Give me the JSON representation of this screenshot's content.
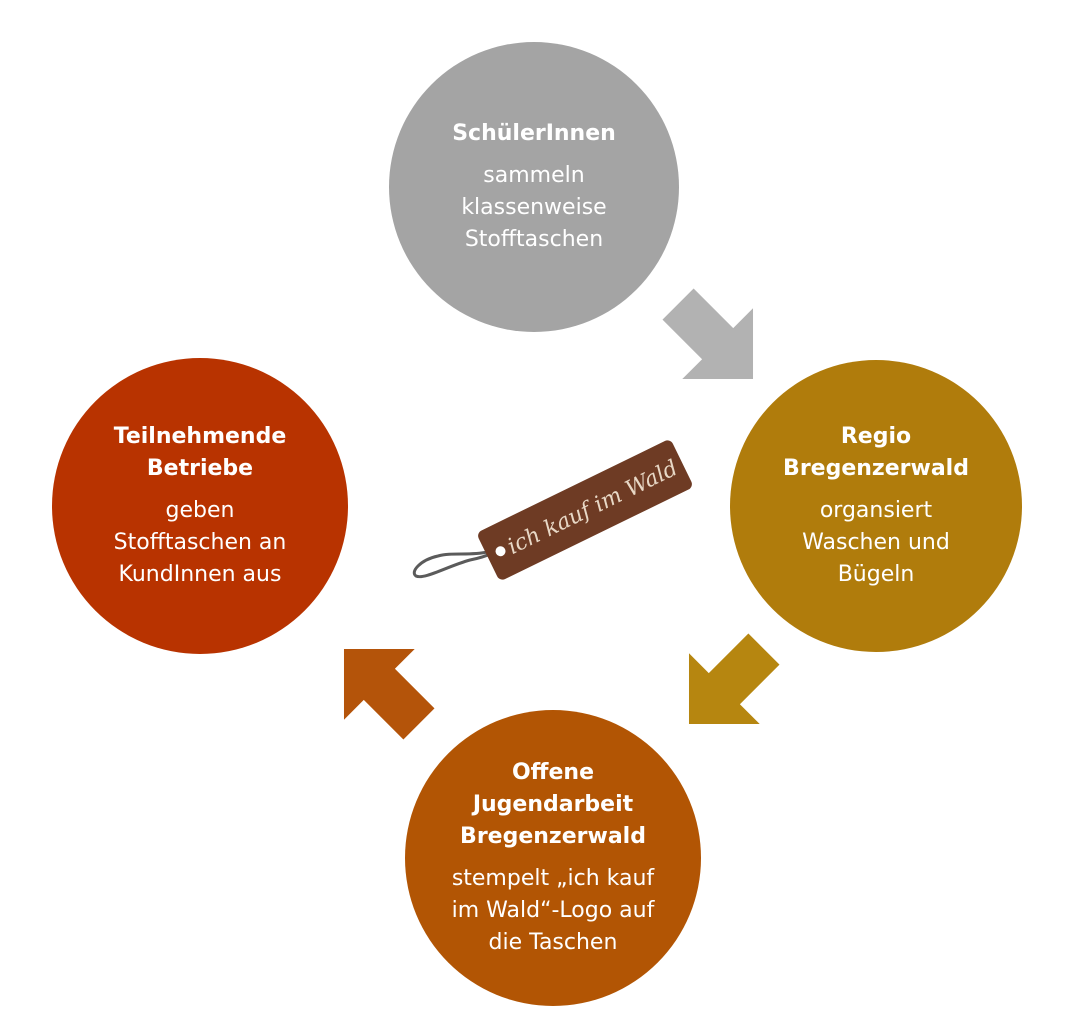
{
  "nodes": [
    {
      "title": "SchülerInnen",
      "text": "sammeln\nklassenweise\nStofftaschen",
      "color": "#a4a4a4"
    },
    {
      "title": "Regio\nBregenzerwald",
      "text": "organsiert\nWaschen und\nBügeln",
      "color": "#b07c0c"
    },
    {
      "title": "Offene\nJugendarbeit\nBregenzerwald",
      "text": "stempelt „ich kauf\nim Wald“-Logo auf\ndie Taschen",
      "color": "#b25504"
    },
    {
      "title": "Teilnehmende\nBetriebe",
      "text": "geben\nStofftaschen an\nKundInnen aus",
      "color": "#b83300"
    }
  ],
  "tag": {
    "label": "ich kauf im Wald",
    "color": "#6e3b24"
  },
  "arrow_colors": {
    "to_regio": "#b2b2b2",
    "to_offene": "#b68610",
    "to_betriebe": "#b4540a"
  }
}
